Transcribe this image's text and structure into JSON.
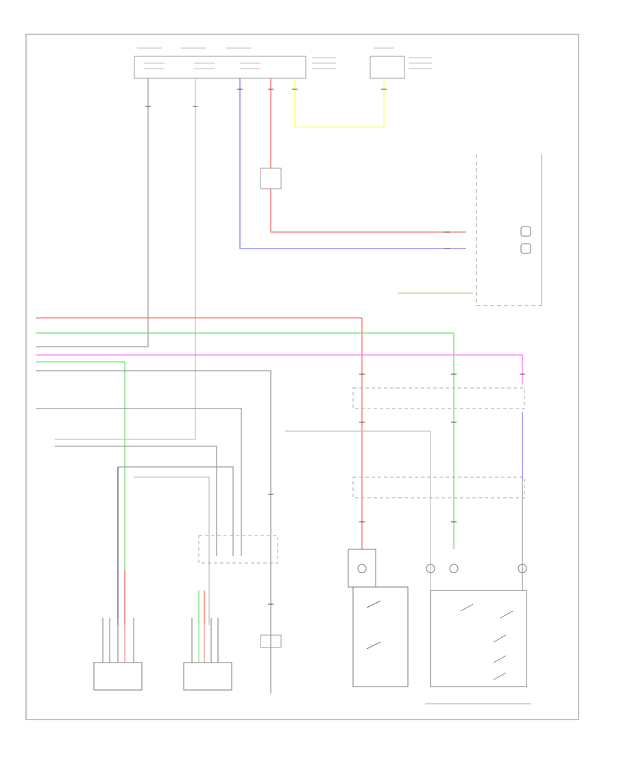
{
  "diagram": {
    "page_id": "",
    "top_blocks": [
      {
        "key": "fuse1",
        "label": ""
      },
      {
        "key": "fuse2",
        "label": ""
      },
      {
        "key": "fuse3",
        "label": ""
      },
      {
        "key": "fuse4",
        "label": ""
      }
    ],
    "labels": {
      "combination_meter": "",
      "steering_pad_switch": "",
      "cruise_control_switch": "",
      "spiral_cable": ""
    },
    "colors": {
      "red_wire": "#ff6a6a",
      "orange_wire": "#ffb070",
      "blue_wire": "#8080ff",
      "yellow_wire": "#ffff70",
      "green_wire": "#70e070",
      "magenta_wire": "#ff70ff",
      "gray_wire": "#9a9a9a",
      "outline": "#7a7a7a"
    }
  }
}
